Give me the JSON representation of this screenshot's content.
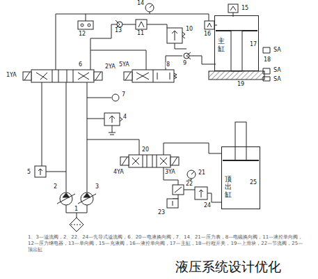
{
  "diagram": {
    "caption": "1、3—溢流阀，2、22、24—先导式溢流阀，6、20—电液换向阀，7、14、21—压力表，8—电磁换向阀，11—液控单向阀，12—压力继电器，13—单向阀，15—充液阀，16—液控单向阀，17—主缸，18—行程开关，19—上滑块，22—节流阀，25—顶出缸",
    "nodes": [
      {
        "text": [
          "主缸"
        ]
      },
      {
        "text": [
          "顶出缸"
        ]
      }
    ],
    "labels": [
      "14",
      "15",
      "16",
      "12",
      "13",
      "11",
      "10",
      "17",
      "18",
      "SA",
      "SA",
      "SA",
      "6",
      "1YA",
      "2YA",
      "5YA",
      "8",
      "9",
      "19",
      "7",
      "4",
      "20",
      "4YA",
      "3YA",
      "21",
      "22",
      "23",
      "24",
      "25",
      "5",
      "2",
      "3",
      "1",
      "液压系统设计优化"
    ]
  }
}
